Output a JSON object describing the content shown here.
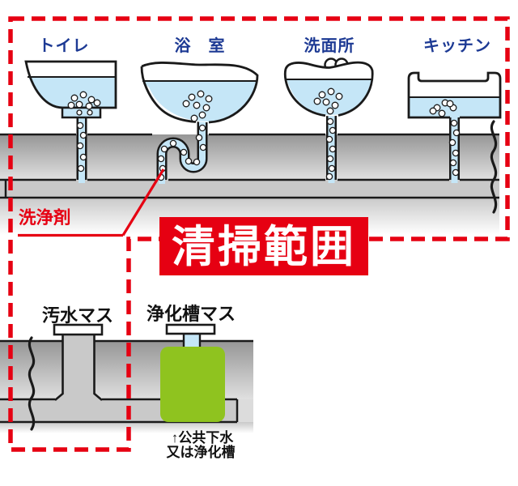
{
  "colors": {
    "scope_red": "#e60012",
    "label_blue": "#1d3a94",
    "water_blue": "#c5e6f7",
    "tank_green": "#8fc31f",
    "soil_gray": "#c9c9c9"
  },
  "fixtures": [
    {
      "label": "トイレ"
    },
    {
      "label": "浴　室"
    },
    {
      "label": "洗面所"
    },
    {
      "label": "キッチン"
    }
  ],
  "annotations": {
    "cleaning_agent": "洗浄剤",
    "scope_badge": "清掃範囲"
  },
  "underground": {
    "sewage_pit": "汚水マス",
    "septic_pit": "浄化槽マス",
    "outflow_line1": "↑公共下水",
    "outflow_line2": "又は浄化槽"
  }
}
